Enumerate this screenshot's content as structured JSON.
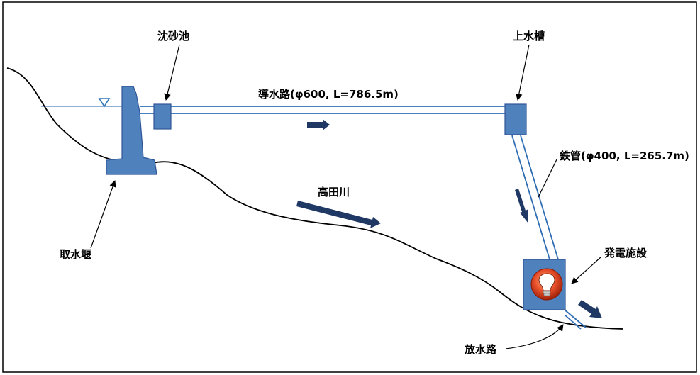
{
  "diagram": {
    "labels": {
      "sediment_basin": "沈砂池",
      "head_tank": "上水槽",
      "headrace": "導水路(φ600, L=786.5m)",
      "penstock": "鉄管(φ400, L=265.7m)",
      "river": "高田川",
      "intake_weir": "取水堰",
      "power_plant": "発電施設",
      "tailrace": "放水路"
    },
    "colors": {
      "structure_fill": "#4f81bd",
      "structure_stroke": "#2f5597",
      "pipe_stroke": "#2e6db4",
      "flow_arrow": "#1f3864",
      "water_line": "#4f81bd",
      "ground_line": "#000000",
      "bulb_orange": "#e8502a"
    },
    "icons": [
      "water-level-triangle-icon",
      "light-bulb-icon",
      "flow-arrow-icon"
    ]
  }
}
